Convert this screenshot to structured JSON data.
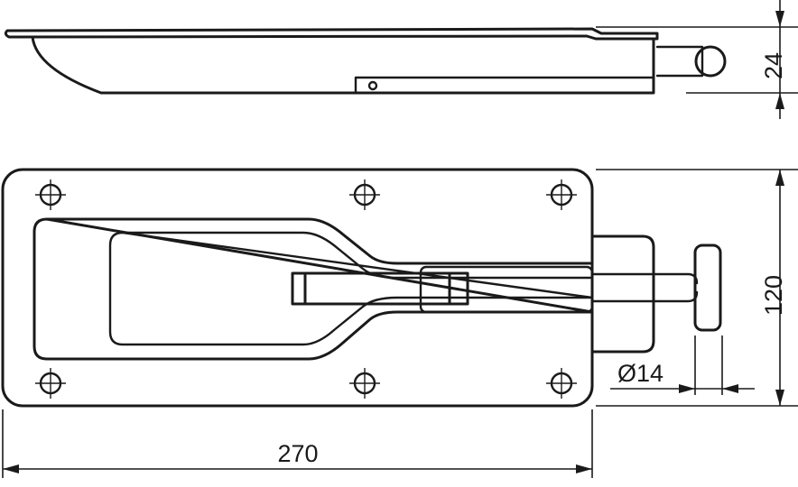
{
  "dimensions": {
    "height_side": "24",
    "width_top": "120",
    "length_total": "270",
    "pin_diameter": "Ø14"
  },
  "colors": {
    "line": "#1a1a1a",
    "background": "#ffffff"
  }
}
